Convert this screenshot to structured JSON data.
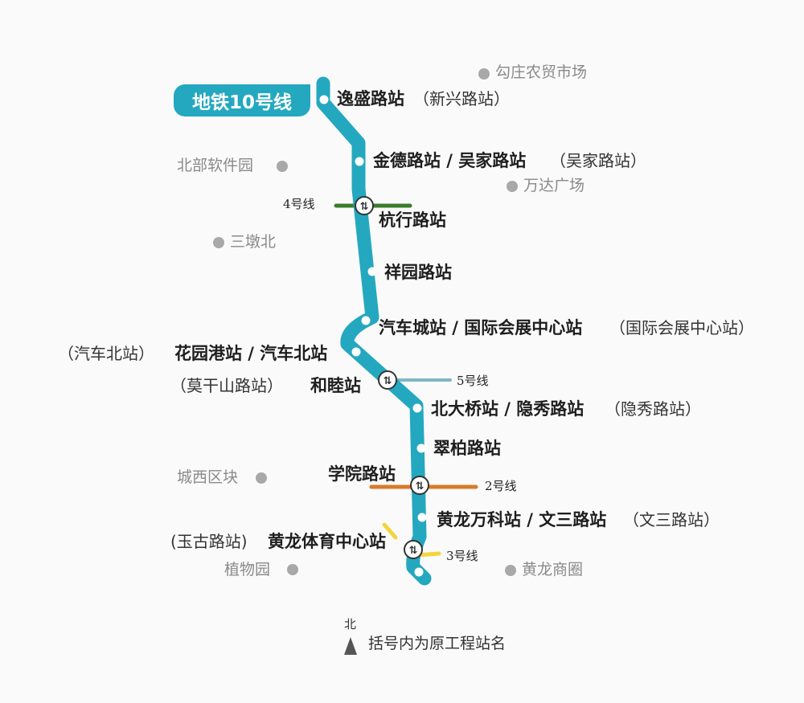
{
  "line": {
    "name": "地铁10号线",
    "color": "#24a8bf"
  },
  "stations": [
    {
      "name": "逸盛路站",
      "original": "（新兴路站）",
      "transfer": false
    },
    {
      "name": "金德路站 / 吴家路站",
      "original": "（吴家路站）",
      "transfer": false
    },
    {
      "name": "杭行路站",
      "original": "",
      "transfer": true,
      "transfer_line": "4号线"
    },
    {
      "name": "祥园路站",
      "original": "",
      "transfer": false
    },
    {
      "name": "汽车城站 / 国际会展中心站",
      "original": "（国际会展中心站）",
      "transfer": false
    },
    {
      "name": "花园港站 / 汽车北站",
      "original": "（汽车北站）",
      "transfer": false
    },
    {
      "name": "和睦站",
      "original": "（莫干山路站）",
      "transfer": true,
      "transfer_line": "5号线"
    },
    {
      "name": "北大桥站 / 隐秀路站",
      "original": "（隐秀路站）",
      "transfer": false
    },
    {
      "name": "翠柏路站",
      "original": "",
      "transfer": false
    },
    {
      "name": "学院路站",
      "original": "",
      "transfer": true,
      "transfer_line": "2号线"
    },
    {
      "name": "黄龙万科站 / 文三路站",
      "original": "（文三路站）",
      "transfer": false
    },
    {
      "name": "黄龙体育中心站",
      "original": "(玉古路站)",
      "transfer": true,
      "transfer_line": "3号线"
    }
  ],
  "transfer_lines": [
    {
      "name": "4号线",
      "color": "#3a7d2c"
    },
    {
      "name": "5号线",
      "color": "#7fb7c2"
    },
    {
      "name": "2号线",
      "color": "#d97a2b"
    },
    {
      "name": "3号线",
      "color": "#f2d53c"
    }
  ],
  "landmarks": [
    "勾庄农贸市场",
    "北部软件园",
    "万达广场",
    "三墩北",
    "城西区块",
    "植物园",
    "黄龙商圈"
  ],
  "legend": {
    "north": "北",
    "note": "括号内为原工程站名"
  }
}
